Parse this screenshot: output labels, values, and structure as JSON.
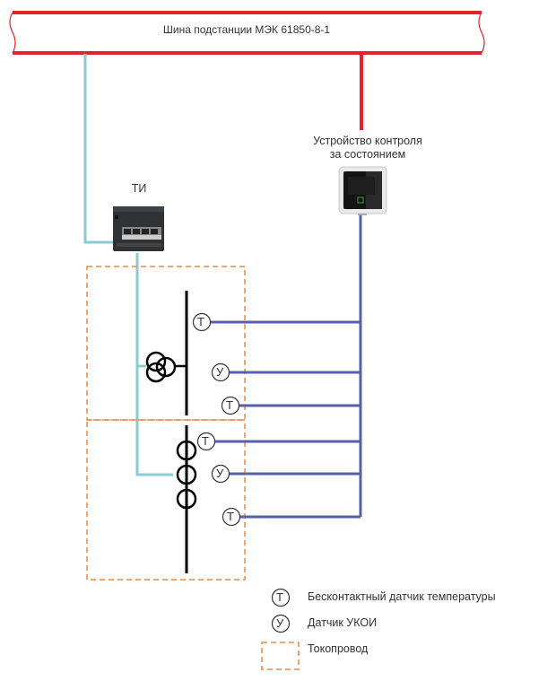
{
  "bus": {
    "title": "Шина подстанции МЭК 61850-8-1"
  },
  "device": {
    "label_line1": "Устройство контроля",
    "label_line2": "за состоянием",
    "icon": "monitoring-device-icon"
  },
  "ti": {
    "label": "ТИ",
    "icon": "network-switch-icon"
  },
  "sensors": {
    "temperature_symbol": "Т",
    "ukoi_symbol": "У"
  },
  "legend": {
    "items": [
      {
        "symbol": "Т",
        "label": "Бесконтактный датчик температуры"
      },
      {
        "symbol": "У",
        "label": "Датчик УКОИ"
      },
      {
        "symbol": "",
        "label": "Токопровод"
      }
    ]
  },
  "colors": {
    "bus_red": "#e3242b",
    "ethernet_teal": "#8ccbd3",
    "sensor_blue": "#5561a8",
    "busduct_orange": "#e8894a",
    "conductor_black": "#000000"
  }
}
